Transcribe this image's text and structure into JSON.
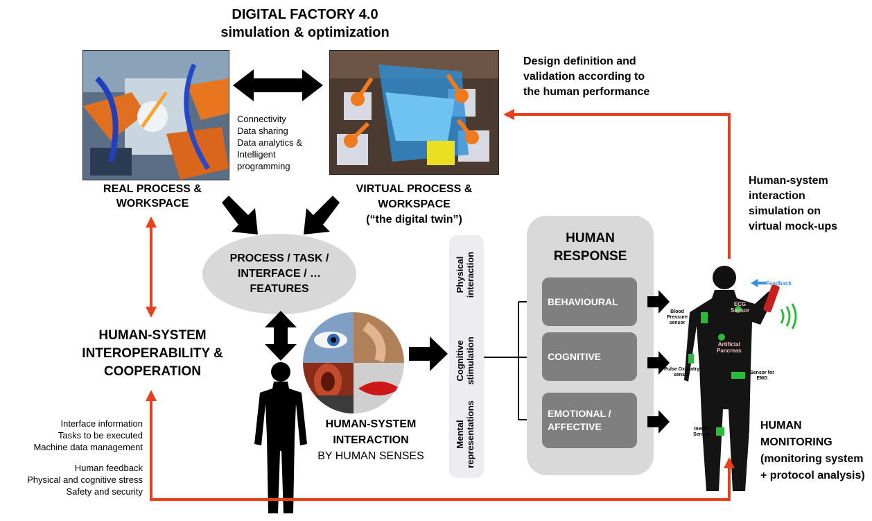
{
  "header": {
    "line1": "DIGITAL FACTORY 4.0",
    "line2": "simulation & optimization"
  },
  "real_process": {
    "line1": "REAL PROCESS &",
    "line2": "WORKSPACE"
  },
  "virtual_process": {
    "line1": "VIRTUAL PROCESS &",
    "line2": "WORKSPACE",
    "line3": "(“the digital twin”)"
  },
  "connectivity": {
    "items": [
      "Connectivity",
      "Data sharing",
      "Data analytics &",
      "Intelligent",
      "programming"
    ]
  },
  "design_definition": {
    "line1": "Design definition and",
    "line2": "validation according to",
    "line3": "the human performance"
  },
  "hs_simulation": {
    "line1": "Human-system",
    "line2": "interaction",
    "line3": "simulation on",
    "line4": "virtual mock-ups"
  },
  "features": {
    "line1": "PROCESS / TASK /",
    "line2": "INTERFACE / …",
    "line3": "FEATURES"
  },
  "interoperability": {
    "line1": "HUMAN-SYSTEM",
    "line2": "INTEROPERABILITY &",
    "line3": "COOPERATION"
  },
  "left_list": {
    "group1": [
      "Interface information",
      "Tasks to be executed",
      "Machine data management"
    ],
    "group2": [
      "Human feedback",
      "Physical and cognitive stress",
      "Safety and security"
    ]
  },
  "interaction": {
    "line1": "HUMAN-SYSTEM",
    "line2": "INTERACTION",
    "line3": "BY HUMAN SENSES"
  },
  "stimuli": {
    "physical": "Physical\ninteraction",
    "cognitive": "Cognitive\nstimulation",
    "mental": "Mental\nrepresentations"
  },
  "human_response": {
    "title1": "HUMAN",
    "title2": "RESPONSE",
    "behavioural": "BEHAVIOURAL",
    "cognitive": "COGNITIVE",
    "emotional1": "EMOTIONAL /",
    "emotional2": "AFFECTIVE"
  },
  "monitoring": {
    "line1": "HUMAN",
    "line2": "MONITORING",
    "line3": "(monitoring system",
    "line4": "+ protocol analysis)"
  },
  "sensors": {
    "feedback": "Feedback",
    "ecg": "ECG\nSensor",
    "blood_pressure": "Blood\nPressure\nsensor",
    "artificial_pancreas": "Artificial\nPancreas",
    "pulse_oximetry": "Pulse Oximatry\nsensor",
    "emg": "Sensor for\nEMG",
    "inertia": "Inertia\nSensor"
  },
  "colors": {
    "red_arrow": "#e8401c",
    "black_arrow": "#000000",
    "ellipse_fill": "#d8d8d8",
    "response_bg": "#d9d9d9",
    "response_box": "#7f7f7f",
    "pill_fill": "#ececf1"
  }
}
